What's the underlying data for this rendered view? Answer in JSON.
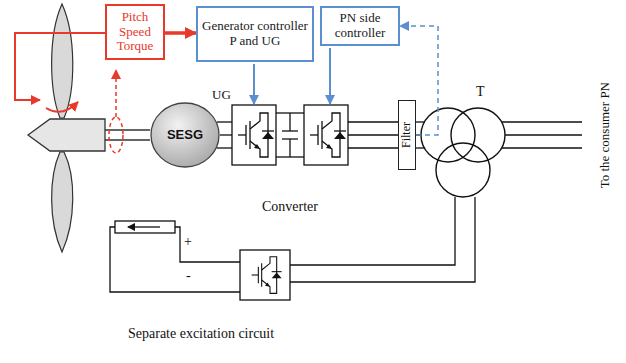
{
  "diagram": {
    "nodes": [
      {
        "text": [
          "Pitch Speed Torque"
        ]
      },
      {
        "text": [
          "Generator controller P and UG"
        ]
      },
      {
        "text": [
          "PN side controller"
        ]
      },
      {
        "text": [
          "SESG"
        ]
      },
      {
        "text": [
          "Filter"
        ]
      }
    ],
    "edges": [
      {
        "from": 0,
        "to": 1,
        "arrow": "to"
      },
      {
        "from": 4,
        "to": 2,
        "arrow": "to"
      }
    ],
    "labels": [
      "UG",
      "Converter",
      "T",
      "+",
      "-",
      "Separate excitation circuit",
      "To the consumer PN"
    ]
  }
}
